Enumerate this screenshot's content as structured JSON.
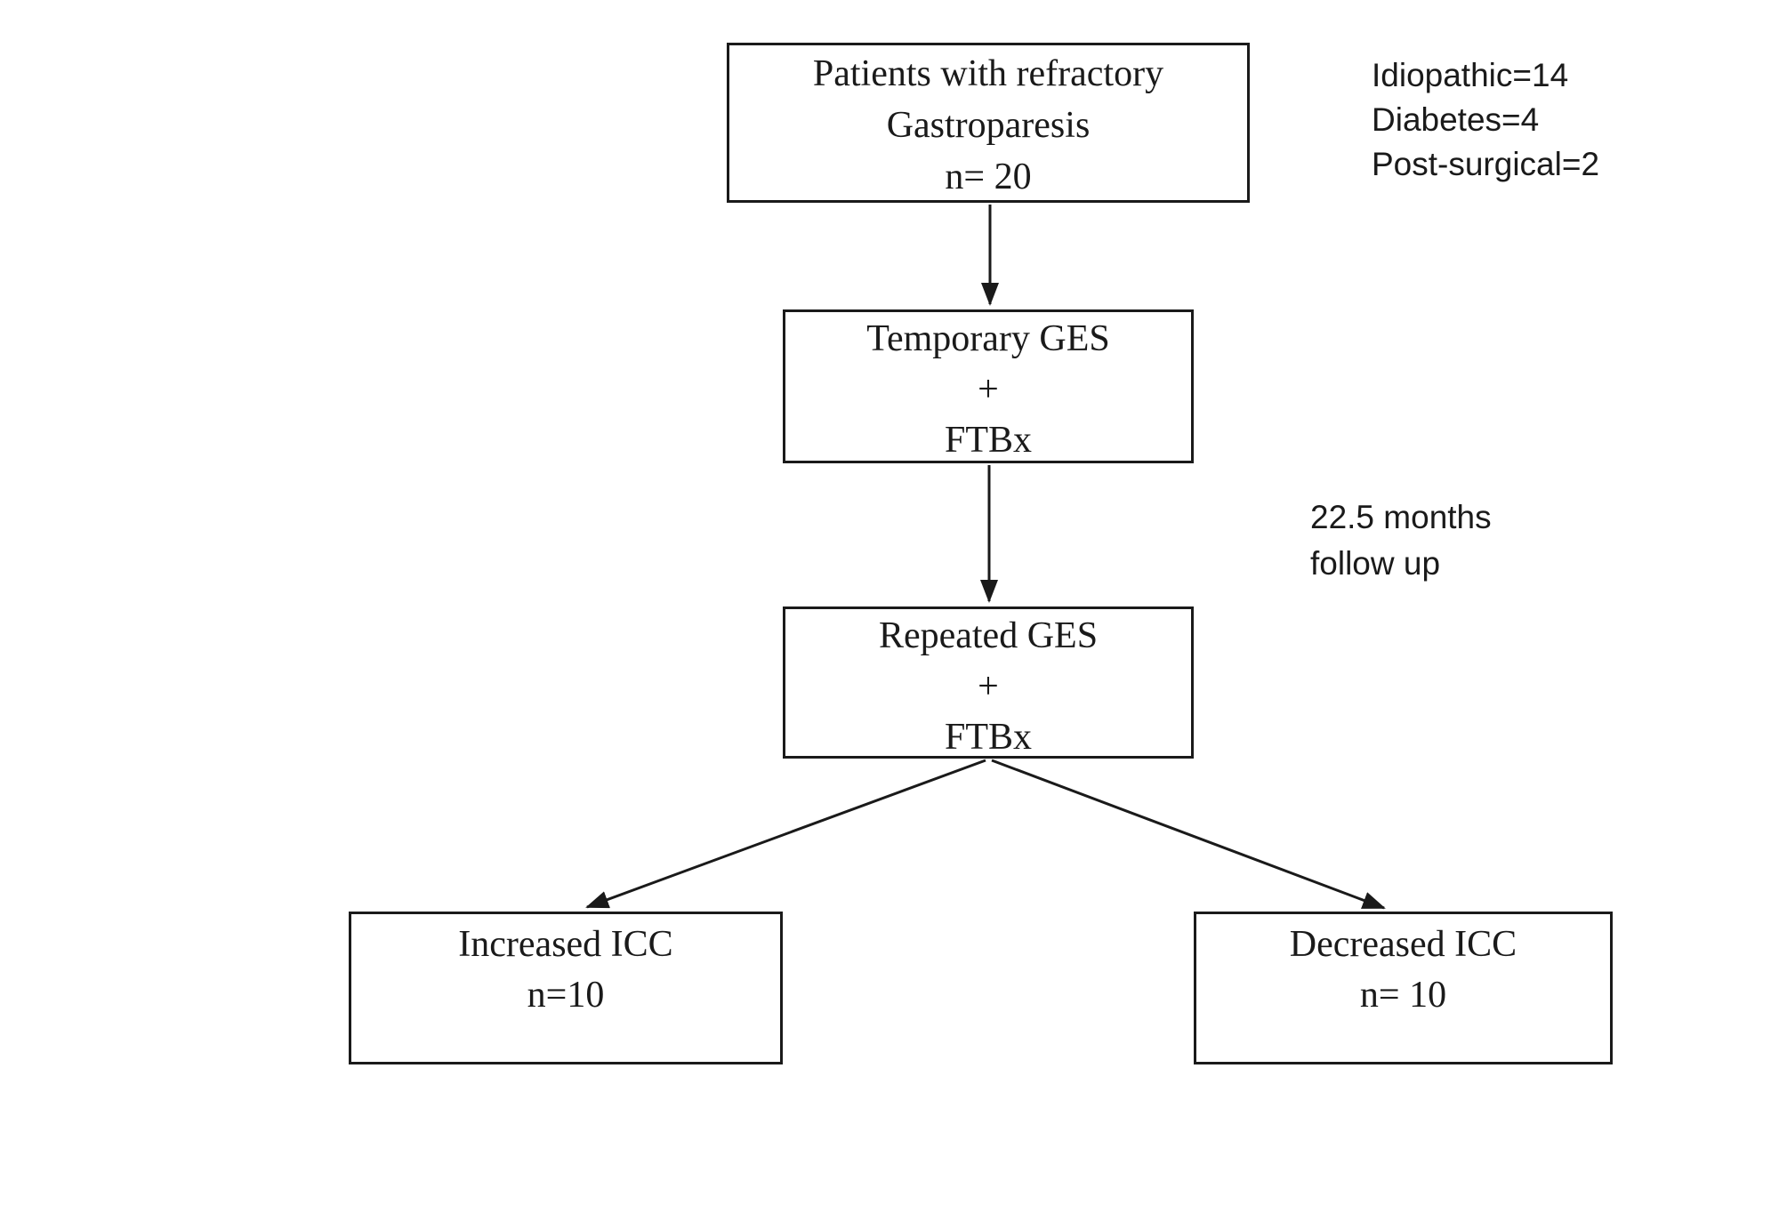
{
  "page": {
    "background": "#ffffff",
    "ink": "#1a1a1a"
  },
  "flowchart": {
    "boxes": [
      {
        "id": "refractory-gastroparesis",
        "lines": [
          "Patients with refractory",
          "Gastroparesis",
          "n= 20"
        ]
      },
      {
        "id": "temporary-ges",
        "lines": [
          "Temporary GES",
          "+",
          "FTBx"
        ]
      },
      {
        "id": "repeated-ges",
        "lines": [
          "Repeated GES",
          "+",
          "FTBx"
        ]
      },
      {
        "id": "increased-icc",
        "lines": [
          "Increased ICC",
          "n=10"
        ]
      },
      {
        "id": "decreased-icc",
        "lines": [
          "Decreased ICC",
          "n= 10"
        ]
      }
    ],
    "annotations": [
      {
        "id": "etiology-breakdown",
        "lines": [
          "Idiopathic=14",
          "Diabetes=4",
          "Post-surgical=2"
        ]
      },
      {
        "id": "followup-duration",
        "lines": [
          "22.5 months",
          "follow up"
        ]
      }
    ]
  }
}
